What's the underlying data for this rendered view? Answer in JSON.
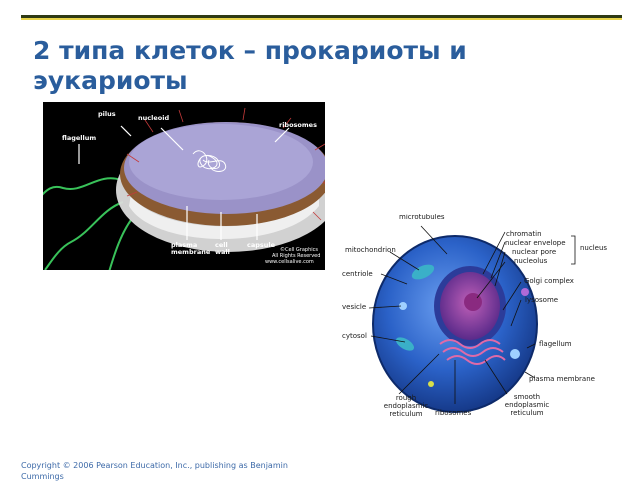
{
  "slide": {
    "title": "2 типа клеток – прокариоты и эукариоты",
    "copyright": "Copyright © 2006 Pearson Education, Inc., publishing as Benjamin Cummings"
  },
  "prokaryote": {
    "labels": {
      "pilus": "pilus",
      "nucleoid": "nucleoid",
      "ribosomes": "ribosomes",
      "flagellum": "flagellum",
      "plasma_membrane": "plasma membrane",
      "cell_wall": "cell wall",
      "capsule": "capsule"
    },
    "credit": {
      "line1": "©Cell Graphics",
      "line2": "All Rights Reserved",
      "line3": "www.cellsalive.com"
    }
  },
  "eukaryote": {
    "labels": {
      "microtubules": "microtubules",
      "chromatin": "chromatin",
      "nuclear_envelope": "nuclear envelope",
      "nuclear_pore": "nuclear pore",
      "nucleolus": "nucleolus",
      "nucleus": "nucleus",
      "mitochondrion": "mitochondrion",
      "centriole": "centriole",
      "golgi": "Golgi complex",
      "vesicle": "vesicle",
      "lysosome": "lysosome",
      "cytosol": "cytosol",
      "flagellum": "flagellum",
      "plasma_membrane": "plasma membrane",
      "rough_er": "rough endoplasmic reticulum",
      "ribosomes": "ribosomes",
      "smooth_er": "smooth endoplasmic reticulum"
    }
  },
  "colors": {
    "title": "#2a5d9c",
    "copyright": "#3d6aa8",
    "rule_dark": "#2e3a14",
    "rule_accent": "#e8d44a"
  }
}
